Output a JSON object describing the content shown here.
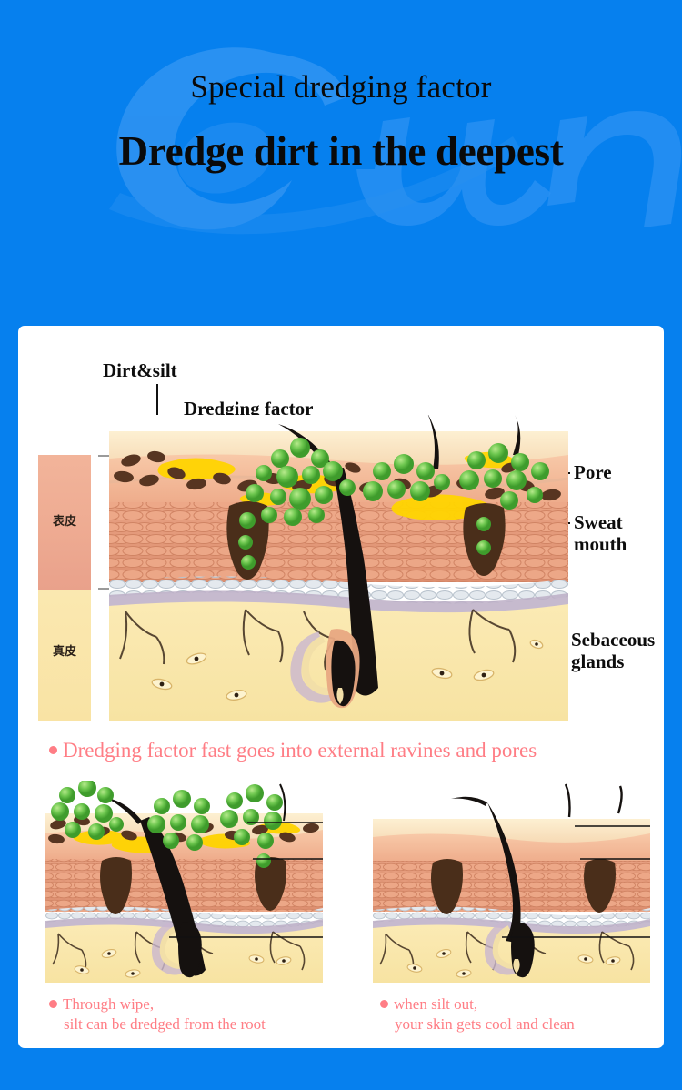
{
  "theme": {
    "background": "#0680ee",
    "card_background": "#ffffff",
    "title_color": "#0a0a0a",
    "caption_color": "#ff7d85",
    "epidermis_color": "#eeab92",
    "dermis_color": "#f9e3a4",
    "dredging_factor_color": "#63c44a",
    "dirt_color": "#5b3a22",
    "sebum_color": "#ffd400"
  },
  "watermark": {
    "text": "eaun"
  },
  "header": {
    "subtitle": "Special dredging factor",
    "title": "Dredge dirt in the deepest"
  },
  "diagram": {
    "labels": {
      "dirt_silt": "Dirt&silt",
      "dredging_factor": "Dredging factor",
      "pore": "Pore",
      "sweat_mouth_line1": "Sweat",
      "sweat_mouth_line2": "mouth",
      "sebaceous_line1": "Sebaceous",
      "sebaceous_line2": "glands"
    },
    "legend": {
      "epidermis": "表皮",
      "dermis": "真皮"
    },
    "main_caption": "Dredging factor fast goes into external ravines and pores",
    "panels": [
      {
        "id": "bottom-left",
        "caption_line1": "Through wipe,",
        "caption_line2": "silt can be dredged from the root"
      },
      {
        "id": "bottom-right",
        "caption_line1": "when silt out,",
        "caption_line2": "your skin gets cool and clean"
      }
    ]
  }
}
